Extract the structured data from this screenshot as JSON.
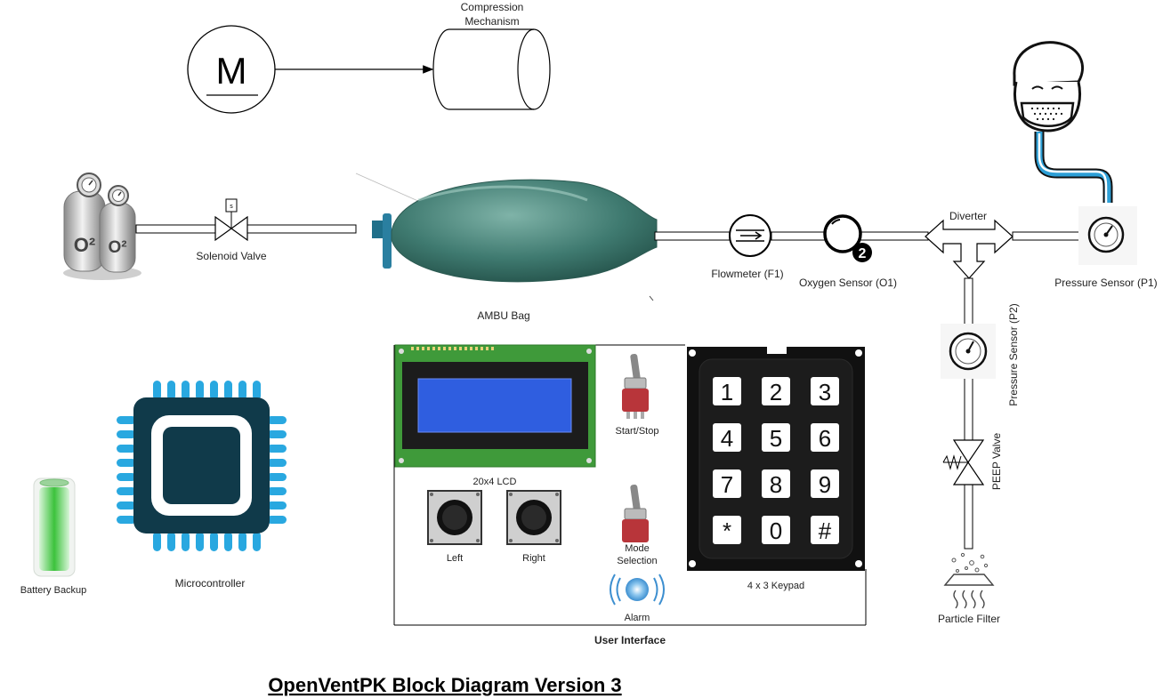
{
  "diagram": {
    "title": "OpenVentPK Block Diagram Version 3",
    "motor": {
      "symbol": "M"
    },
    "compression": {
      "line1": "Compression",
      "line2": "Mechanism"
    },
    "oxygen": {
      "cyl_label_left": "O²",
      "cyl_label_right": "O²"
    },
    "solenoid": {
      "label": "Solenoid Valve",
      "tag": "s"
    },
    "ambu": {
      "label": "AMBU Bag"
    },
    "flowmeter": {
      "label": "Flowmeter (F1)"
    },
    "oxygen_sensor": {
      "label": "Oxygen Sensor (O1)",
      "glyph": "2"
    },
    "diverter": {
      "label": "Diverter"
    },
    "pressure_p1": {
      "label": "Pressure Sensor (P1)"
    },
    "pressure_p2": {
      "label": "Pressure Sensor (P2)"
    },
    "peep": {
      "label": "PEEP Valve"
    },
    "filter": {
      "label": "Particle Filter"
    },
    "battery": {
      "label": "Battery Backup"
    },
    "mcu": {
      "label": "Microcontroller"
    },
    "ui": {
      "label": "User Interface",
      "lcd_label": "20x4 LCD",
      "start_stop": "Start/Stop",
      "mode_line1": "Mode",
      "mode_line2": "Selection",
      "alarm": "Alarm",
      "left": "Left",
      "right": "Right",
      "keypad_label": "4 x 3 Keypad",
      "keys": [
        "1",
        "2",
        "3",
        "4",
        "5",
        "6",
        "7",
        "8",
        "9",
        "*",
        "0",
        "#"
      ]
    },
    "colors": {
      "ambu": "#3f7a70",
      "mcu_body": "#103a4a",
      "mcu_pins": "#29a8e0",
      "lcd_board": "#3f9a3a",
      "lcd_screen": "#2f5ee0",
      "battery": "#3cc23c",
      "mask_tube": "#2d9fd6"
    }
  }
}
